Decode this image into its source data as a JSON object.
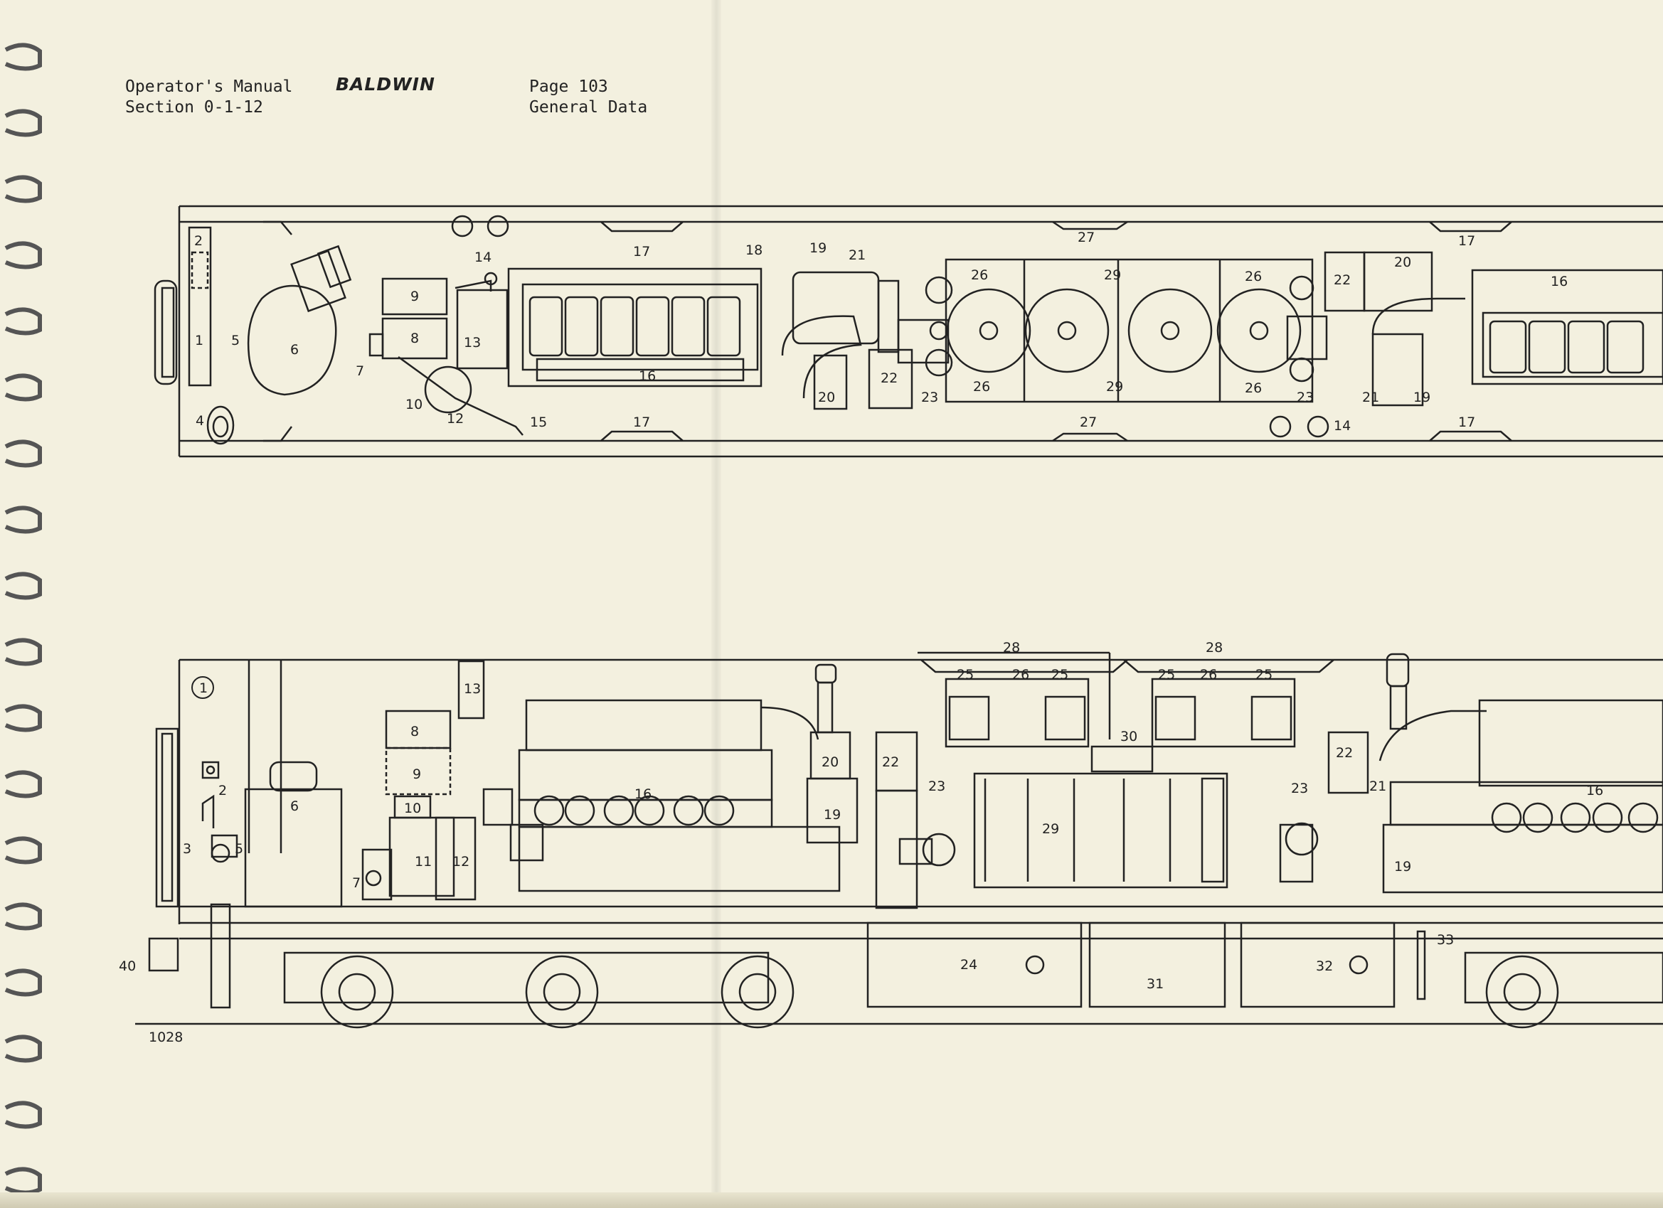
{
  "header": {
    "left_line1": "Operator's Manual",
    "left_line2": "Section 0-1-12",
    "brand": "BALDWIN",
    "right_line1": "Page 103",
    "right_line2": "General Data"
  },
  "drawing_number": "1028",
  "plan_view_callouts": [
    "1",
    "2",
    "4",
    "5",
    "6",
    "7",
    "8",
    "9",
    "10",
    "12",
    "13",
    "14",
    "15",
    "16",
    "17",
    "18",
    "19",
    "20",
    "21",
    "22",
    "23",
    "26",
    "27",
    "29"
  ],
  "elevation_view_callouts": [
    "1",
    "2",
    "3",
    "5",
    "6",
    "7",
    "8",
    "9",
    "10",
    "11",
    "12",
    "13",
    "16",
    "19",
    "20",
    "21",
    "22",
    "23",
    "24",
    "25",
    "26",
    "28",
    "29",
    "30",
    "31",
    "32",
    "33",
    "40"
  ]
}
